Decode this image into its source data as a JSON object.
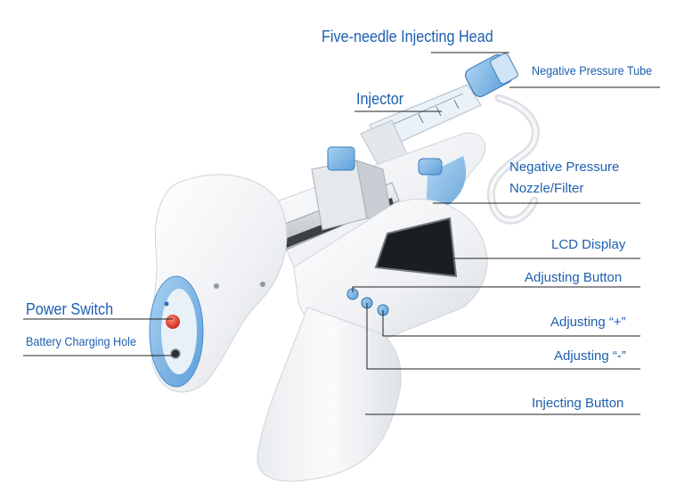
{
  "labels": {
    "five_needle_head": "Five-needle Injecting Head",
    "negative_pressure_tube": "Negative Pressure Tube",
    "injector": "Injector",
    "negative_pressure_nozzle_line1": "Negative Pressure",
    "negative_pressure_nozzle_line2": "Nozzle/Filter",
    "lcd_display": "LCD Display",
    "adjusting_button": "Adjusting Button",
    "adjusting_plus": "Adjusting “+”",
    "adjusting_minus": "Adjusting “-”",
    "power_switch": "Power Switch",
    "battery_charging_hole": "Battery Charging Hole",
    "injecting_button": "Injecting Button"
  },
  "colors": {
    "label_blue": "#1f5fb0",
    "device_white": "#f4f5f7",
    "accent_blue": "#7fb9e8",
    "power_red": "#e8392b",
    "leader_line": "#222222"
  }
}
